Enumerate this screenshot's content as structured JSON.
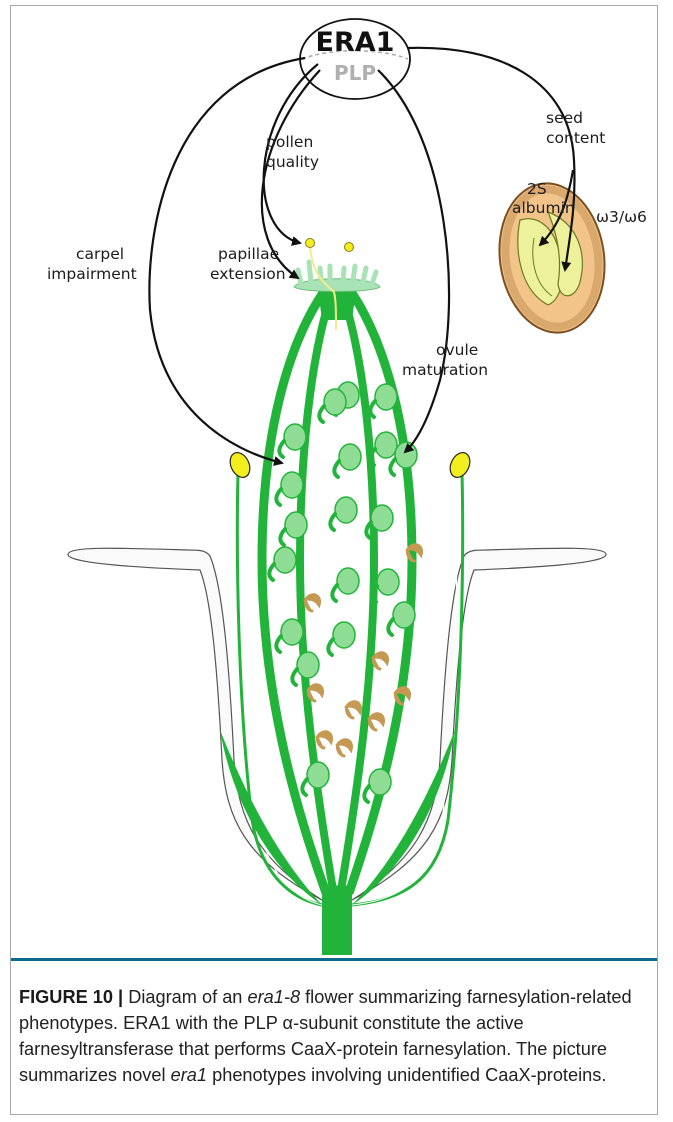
{
  "diagram": {
    "center_protein": "ERA1",
    "center_subunit": "PLP",
    "labels": {
      "seed_content_1": "seed",
      "seed_content_2": "content",
      "pollen_quality_1": "pollen",
      "pollen_quality_2": "quality",
      "albumin_1": "2S",
      "albumin_2": "albumin",
      "omega": "ω3/ω6",
      "carpel_1": "carpel",
      "carpel_2": "impairment",
      "papillae_1": "papillae",
      "papillae_2": "extension",
      "ovule_1": "ovule",
      "ovule_2": "maturation"
    },
    "colors": {
      "carpel_green": "#22b43a",
      "ovule_green": "#8fdc95",
      "papillae_green": "#a7e3b4",
      "anther_yellow": "#f2ee1d",
      "aborted_ovule_brown": "#c49a53",
      "seed_coat": "#d8a86c",
      "seed_endosperm": "#f2c48a",
      "embryo": "#eef19c",
      "caption_rule": "#0a6c8a"
    }
  },
  "caption": {
    "lead": "FIGURE 10 |",
    "t1": " Diagram of an ",
    "i1": "era1-8",
    "t2": " flower summarizing farnesylation-related phenotypes. ERA1 with the PLP α-subunit constitute the active farnesyltransferase that performs CaaX-protein farnesylation. The picture summarizes novel ",
    "i2": "era1",
    "t3": " phenotypes involving unidentified CaaX-proteins."
  }
}
